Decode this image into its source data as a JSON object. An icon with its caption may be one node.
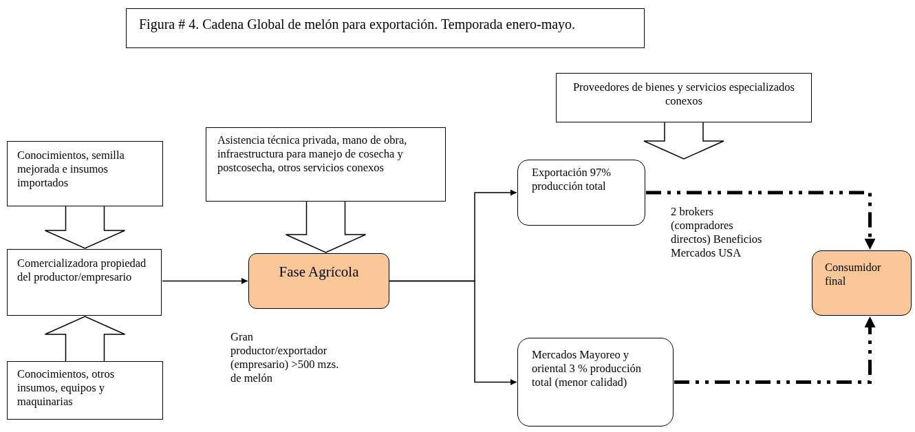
{
  "diagram": {
    "title": "Figura # 4. Cadena Global de melón para exportación. Temporada enero-mayo.",
    "nodes": [
      {
        "text": [
          "Conocimientos, semilla mejorada e insumos importados"
        ]
      },
      {
        "text": [
          "Comercializadora propiedad del productor/empresario"
        ]
      },
      {
        "text": [
          "Conocimientos, otros insumos, equipos y maquinarias"
        ]
      },
      {
        "text": [
          "Asistencia técnica privada, mano de obra, infraestructura para manejo de cosecha y postcosecha, otros servicios conexos"
        ]
      },
      {
        "text": [
          "Fase Agrícola"
        ],
        "beside": [
          "Gran productor/exportador (empresario) >500 mzs. de melón"
        ]
      },
      {
        "text": [
          "Proveedores de bienes y servicios especializados conexos"
        ]
      },
      {
        "text": [
          "Exportación 97% producción total"
        ]
      },
      {
        "text": [
          "Mercados Mayoreo y oriental 3 % producción total (menor calidad)"
        ]
      },
      {
        "text": [
          "Consumidor final"
        ]
      }
    ],
    "edges": [
      {
        "from": 0,
        "to": 1,
        "arrow": "to"
      },
      {
        "from": 2,
        "to": 1,
        "arrow": "to"
      },
      {
        "from": 1,
        "to": 4,
        "arrow": "to"
      },
      {
        "from": 3,
        "to": 4,
        "arrow": "to"
      },
      {
        "from": 4,
        "to": 6,
        "arrow": "to"
      },
      {
        "from": 4,
        "to": 7,
        "arrow": "to"
      },
      {
        "from": 5,
        "to": 6,
        "arrow": "to"
      },
      {
        "from": 6,
        "to": 8,
        "arrow": "to",
        "label": "2 brokers (compradores directos) Beneficios Mercados USA",
        "style": "dashed"
      },
      {
        "from": 7,
        "to": 8,
        "arrow": "to",
        "style": "dashed"
      }
    ]
  }
}
